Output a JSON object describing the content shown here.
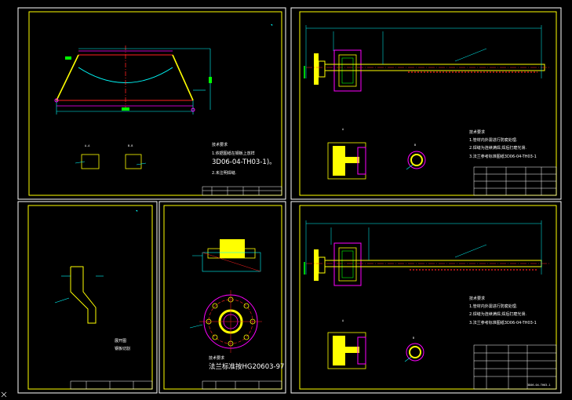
{
  "colors": {
    "background": "#000000",
    "frame": "#ffffff",
    "yellow": "#ffff00",
    "red": "#ff2020",
    "cyan": "#00ffff",
    "magenta": "#ff00ff",
    "green": "#00ff00",
    "blue": "#4060ff"
  },
  "sheet1": {
    "notes_title": "技术要求",
    "note1": "1.依据图纸在钢板上放样",
    "note2": "3D06-04-TH03-1)。",
    "note3": "2.未注明焊缝."
  },
  "sheet2": {
    "notes_title": "技术要求",
    "note1": "1.管材内外需进行防腐处理.",
    "note2": "2.焊缝为连续满焊,焊后打磨光滑.",
    "note3": "3.法兰参考标准图纸3D06-04-TH03-1"
  },
  "sheet3": {
    "label1": "展开图",
    "label2": "钢板切割"
  },
  "sheet4": {
    "notes_title": "技术要求",
    "note1": "法兰标准按HG20603-97"
  },
  "sheet5": {
    "notes_title": "技术要求",
    "note1": "1.管材内外需进行防腐处理.",
    "note2": "2.焊缝为连续满焊,焊后打磨光滑.",
    "note3": "3.法兰参考标准图纸3D06-04-TH03-1",
    "drawing_no": "3D06-04-TH03-1"
  }
}
